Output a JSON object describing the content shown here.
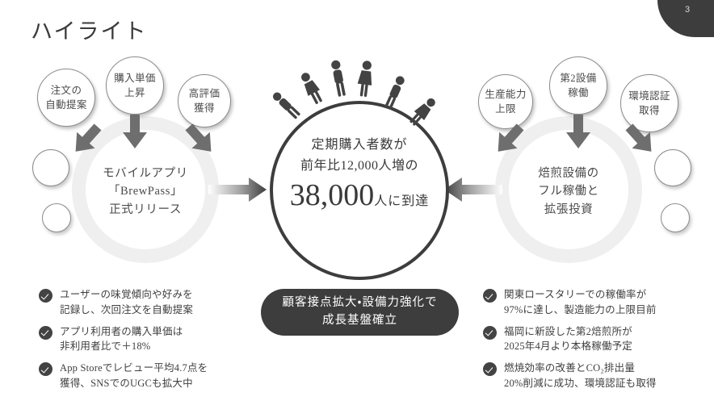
{
  "page": {
    "number": "3"
  },
  "title": "ハイライト",
  "center": {
    "line1": "定期購入者数が",
    "line2": "前年比12,000人増の",
    "big_number": "38,000",
    "big_suffix": "人に到達",
    "people_icon": "people-on-arc-icon"
  },
  "left_ring": {
    "label_line1": "モバイルアプリ",
    "label_line2": "「BrewPass」",
    "label_line3": "正式リリース",
    "bubbles": [
      {
        "name": "bubble-order-auto-suggest",
        "line1": "注文の",
        "line2": "自動提案"
      },
      {
        "name": "bubble-unit-price-up",
        "line1": "購入単価",
        "line2": "上昇"
      },
      {
        "name": "bubble-high-rating",
        "line1": "高評価",
        "line2": "獲得"
      }
    ]
  },
  "right_ring": {
    "label_line1": "焙煎設備の",
    "label_line2": "フル稼働と",
    "label_line3": "拡張投資",
    "bubbles": [
      {
        "name": "bubble-capacity-limit",
        "line1": "生産能力",
        "line2": "上限"
      },
      {
        "name": "bubble-second-facility",
        "line1": "第2設備",
        "line2": "稼働"
      },
      {
        "name": "bubble-eco-certification",
        "line1": "環境認証",
        "line2": "取得"
      }
    ]
  },
  "summary": {
    "line1": "顧客接点拡大・設備力強化で",
    "line2": "成長基盤確立"
  },
  "bullets_left": [
    {
      "line1": "ユーザーの味覚傾向や好みを",
      "line2": "記録し、次回注文を自動提案"
    },
    {
      "line1": "アプリ利用者の購入単価は",
      "line2": "非利用者比で＋18%"
    },
    {
      "line1": "App Storeでレビュー平均4.7点を",
      "line2": "獲得、SNSでのUGCも拡大中"
    }
  ],
  "bullets_right": [
    {
      "line1": "関東ロースタリーでの稼働率が",
      "line2": "97%に達し、製造能力の上限目前"
    },
    {
      "line1": "福岡に新設した第2焙煎所が",
      "line2": "2025年4月より本格稼働予定"
    },
    {
      "line1": "燃焼効率の改善とCO₂排出量",
      "line2": "20%削減に成功、環境認証も取得"
    }
  ],
  "colors": {
    "dark": "#3d3d3d",
    "ring_light": "#efefef",
    "arrow_grey": "#6e6e6e",
    "text": "#3a3a3a"
  }
}
